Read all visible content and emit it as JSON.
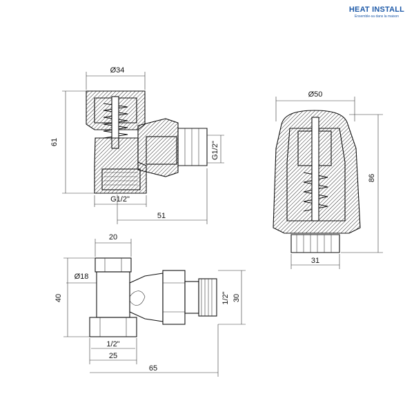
{
  "logo": {
    "brand": "HEAT INSTALL",
    "tagline": "Ensemble-sa dans la maison"
  },
  "dimensions": {
    "valve_top_diameter": "Ø34",
    "valve_height": "61",
    "valve_outlet_thread": "G1/2\"",
    "valve_inlet_thread": "G1/2\"",
    "valve_length": "51",
    "head_diameter": "Ø50",
    "head_height": "86",
    "head_base": "31",
    "ext_width_top": "20",
    "ext_cap_diameter": "Ø18",
    "ext_height": "40",
    "ext_outlet_height": "30",
    "ext_outlet_thread": "1/2\"",
    "ext_inlet_thread": "1/2\"",
    "ext_body_width": "25",
    "ext_total_length": "65"
  }
}
